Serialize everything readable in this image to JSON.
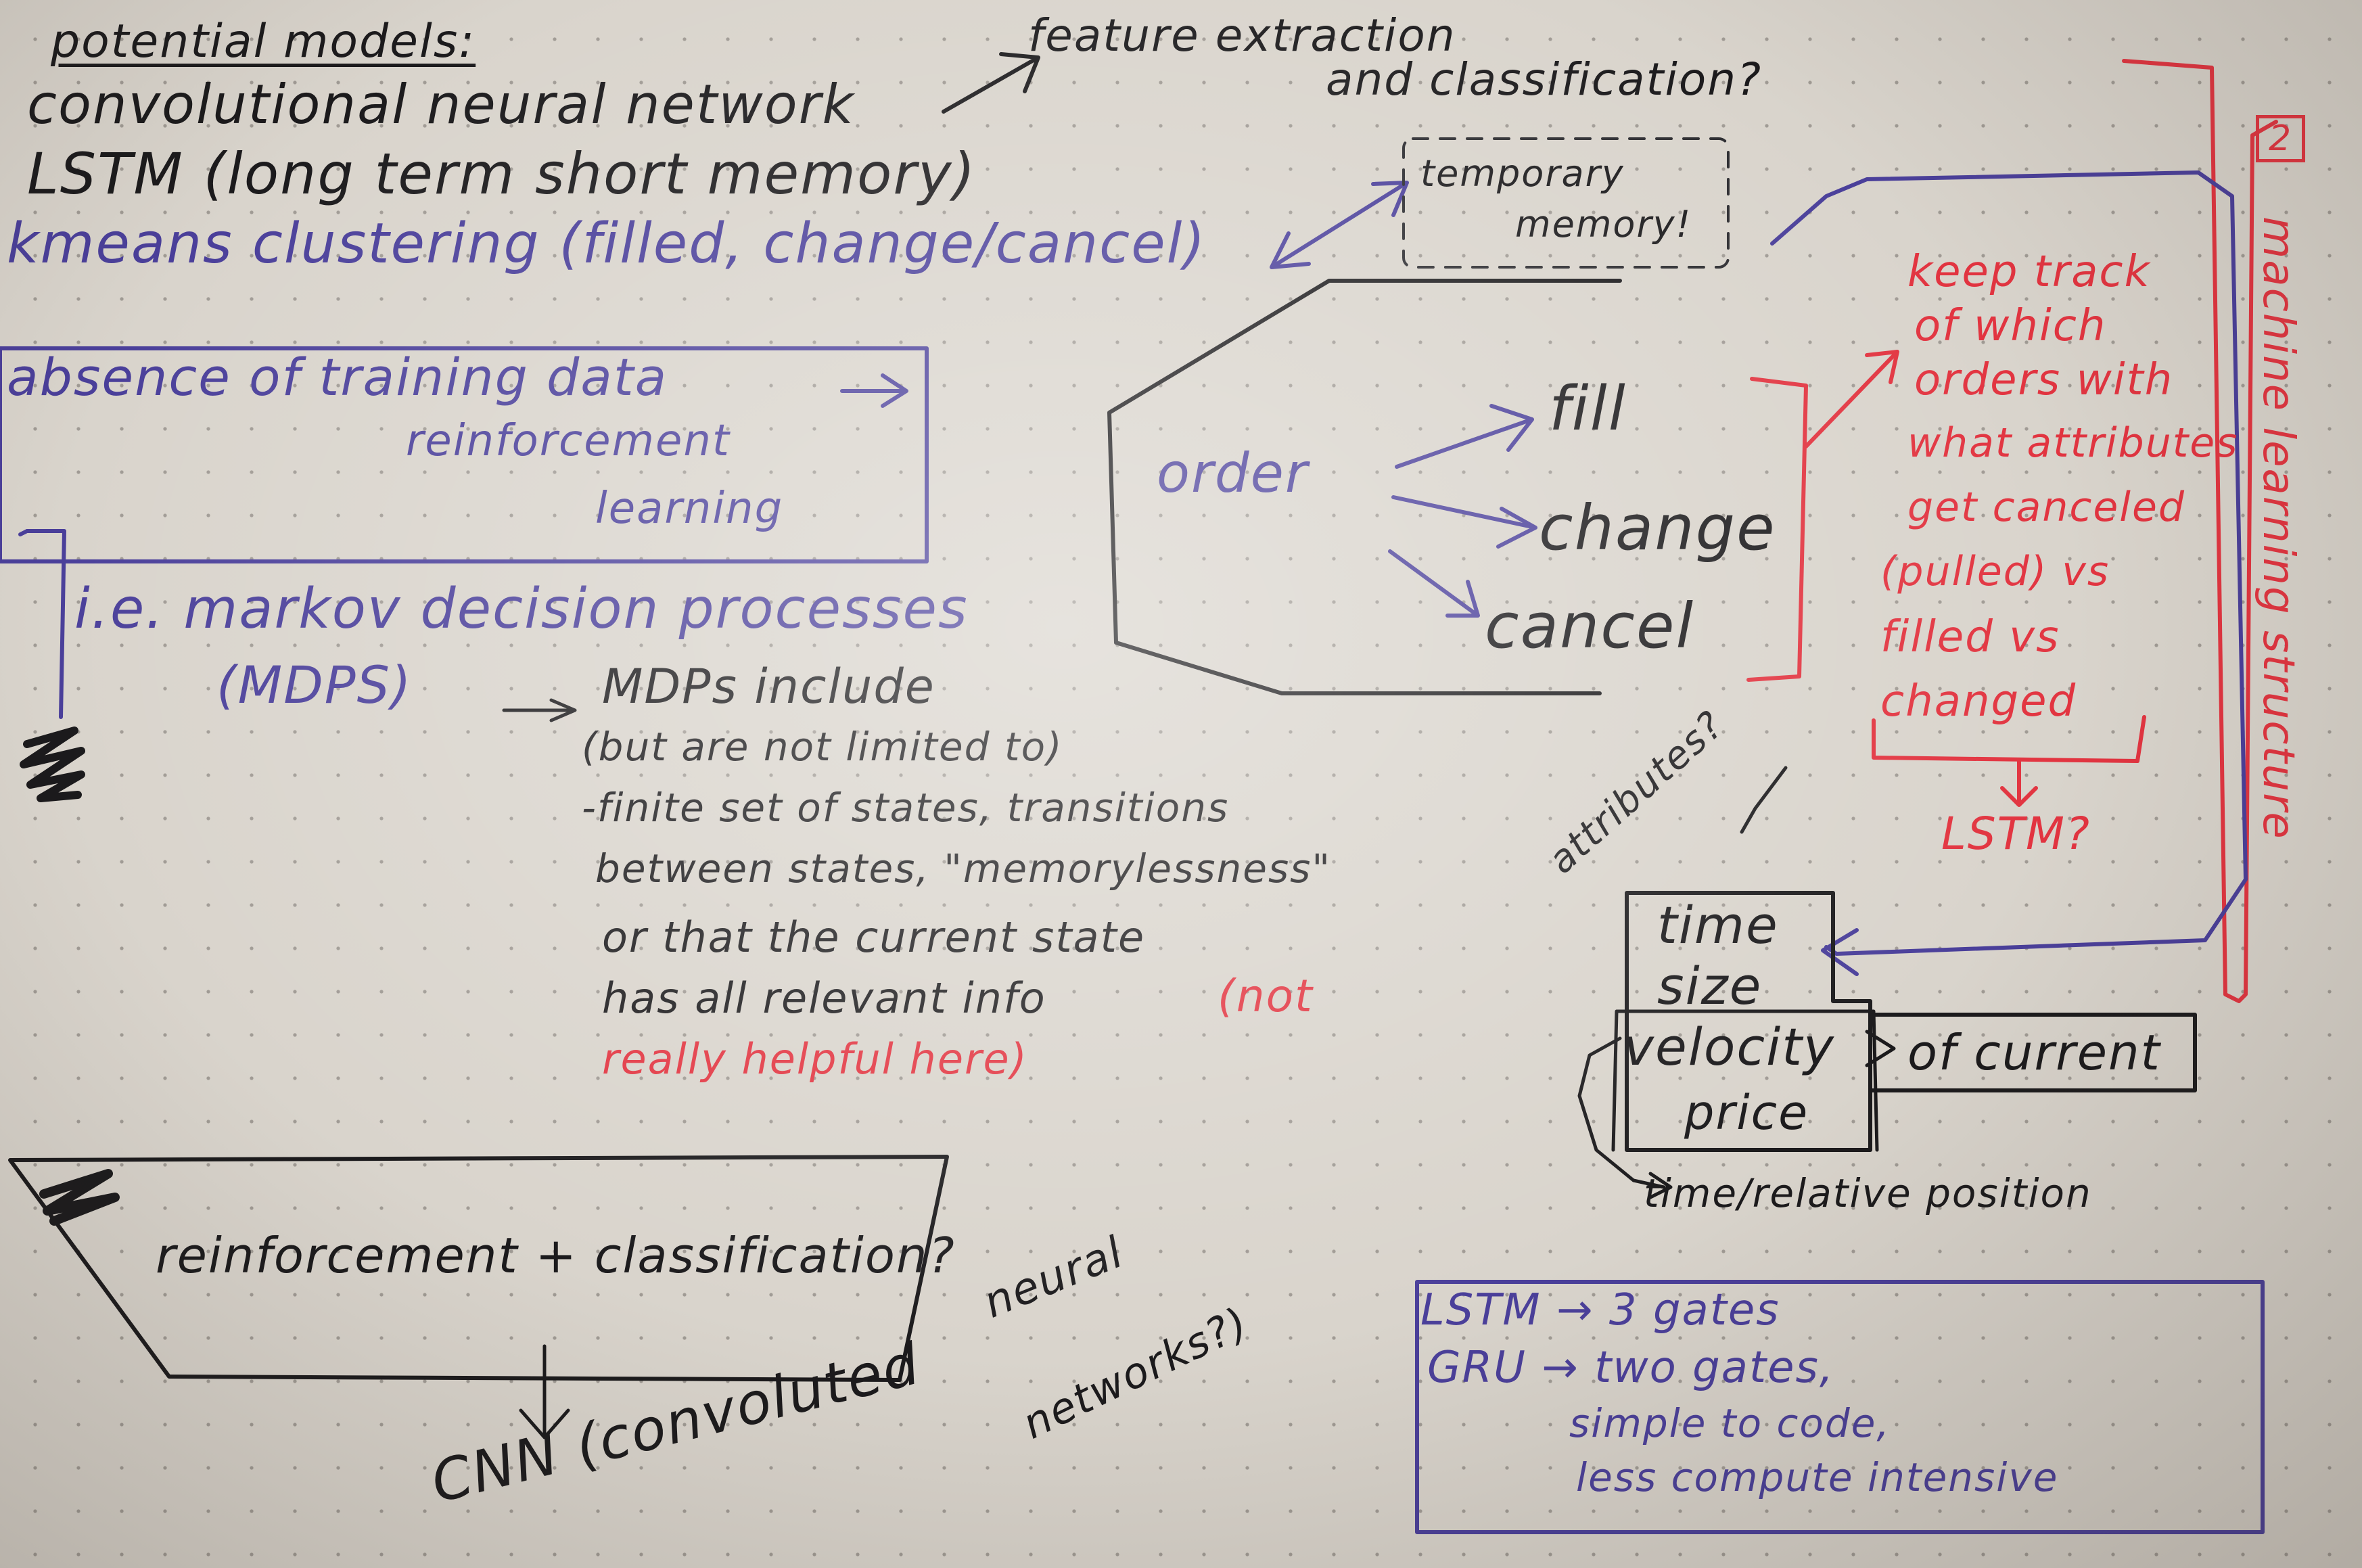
{
  "colors": {
    "paper": "#d9d4cc",
    "black_ink": "#1b1a1c",
    "blue_ink": "#4a3f9a",
    "red_ink": "#e23440"
  },
  "top_notes": {
    "heading": "potential models:",
    "line1": "convolutional neural network",
    "line2": "LSTM (long term short memory)",
    "line3": "kmeans clustering (filled, change/cancel)",
    "feature_line1": "feature extraction",
    "feature_line2": "and classification?"
  },
  "training_box": {
    "line1": "absence of training data",
    "line2": "reinforcement",
    "line3": "learning"
  },
  "mdp_notes": {
    "line1": "i.e. markov decision processes",
    "line2": "(MDPS)",
    "line3": "MDPs include",
    "line4": "(but are not limited to)",
    "line5": "-finite set of states, transitions",
    "line6": "between states, \"memorylessness\"",
    "line7": "or that the current state",
    "line8": "has all relevant info",
    "line8_red": "(not",
    "line9_red": "really helpful here)"
  },
  "temporary_memory": {
    "line1": "temporary",
    "line2": "memory!"
  },
  "order_diagram": {
    "root": "order",
    "fill": "fill",
    "change": "change",
    "cancel": "cancel"
  },
  "red_notes": {
    "line1": "keep track",
    "line2": "of which",
    "line3": "orders with",
    "line4": "what attributes",
    "line5": "get canceled",
    "line6": "(pulled) vs",
    "line7": "filled vs",
    "line8": "changed",
    "lstm": "LSTM?"
  },
  "attributes": {
    "label": "attributes?",
    "time": "time",
    "size": "size",
    "velocity": "velocity",
    "price": "price",
    "of_current": "of current",
    "relative": "time/relative position"
  },
  "side_label": {
    "number": "2",
    "text": "machine learning structure"
  },
  "trapezoid": {
    "text": "reinforcement + classification?"
  },
  "cnn_note": {
    "line1": "CNN (convoluted",
    "line2": "neural",
    "line3": "networks?)"
  },
  "lstm_box": {
    "line1": "LSTM → 3 gates",
    "line2": "GRU → two gates,",
    "line3": "simple to code,",
    "line4": "less compute intensive"
  }
}
